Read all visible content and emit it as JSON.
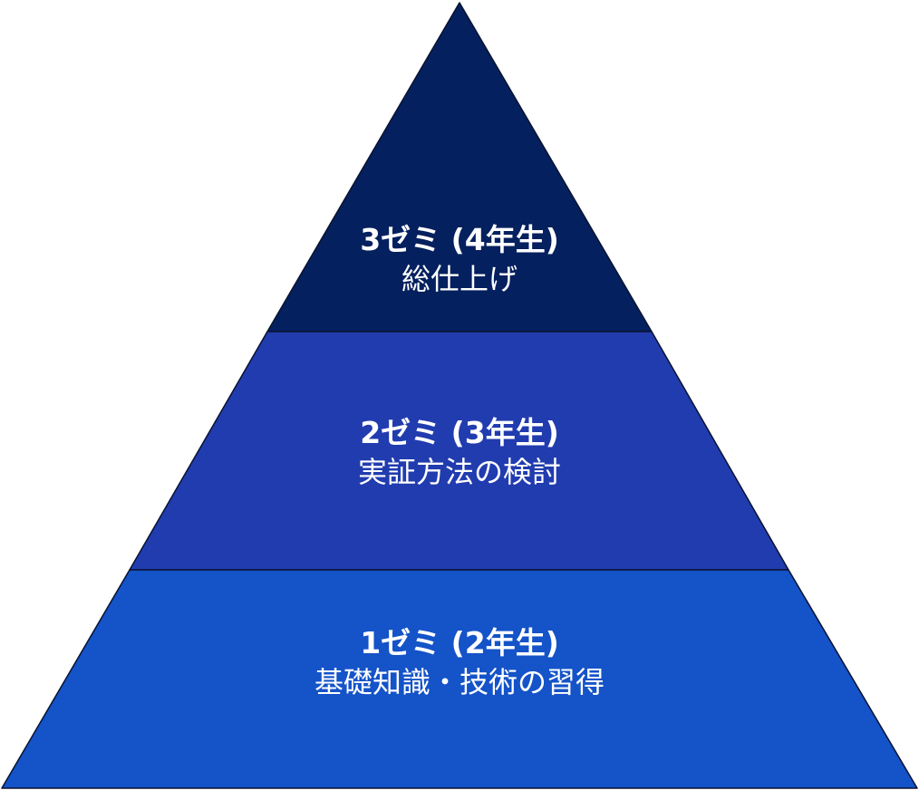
{
  "pyramid": {
    "tiers": [
      {
        "title": "3ゼミ (4年生)",
        "description": "総仕上げ",
        "color": "#04205e"
      },
      {
        "title": "2ゼミ (3年生)",
        "description": "実証方法の検討",
        "color": "#213caf"
      },
      {
        "title": "1ゼミ (2年生)",
        "description": "基礎知識・技術の習得",
        "color": "#1453c8"
      }
    ],
    "border_color": "#0a1330"
  }
}
